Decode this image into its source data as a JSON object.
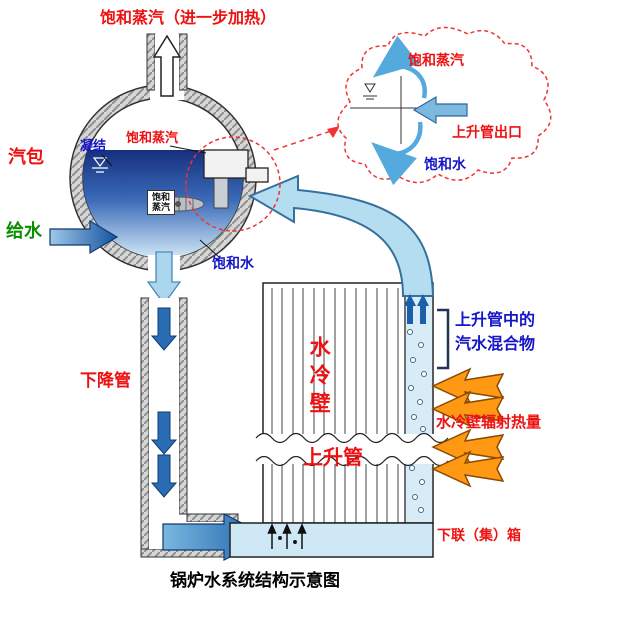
{
  "title": "锅炉水系统结构示意图",
  "labels": {
    "top_steam": "饱和蒸汽（进一步加热）",
    "drum": "汽包",
    "condensation": "凝结",
    "saturated_steam": "饱和蒸汽",
    "feedwater": "给水",
    "saturated_water": "饱和水",
    "drum_inner_box": "饱和蒸汽",
    "downcomer": "下降管",
    "water_wall": "水冷壁",
    "riser": "上升管",
    "mixture_line1": "上升管中的",
    "mixture_line2": "汽水混合物",
    "radiant_heat": "水冷壁辐射热量",
    "lower_header": "下联（集）箱"
  },
  "cloud": {
    "saturated_steam": "饱和蒸汽",
    "riser_outlet": "上升管出口",
    "saturated_water": "饱和水"
  },
  "colors": {
    "label_red": "#ee1111",
    "label_blue": "#1515c8",
    "label_green": "#089000",
    "flow_blue": "#2a6db5",
    "light_blue_arrow": "#b5ddf0",
    "water_dark": "#16307e",
    "header_fill": "#cfe8f6",
    "radiant_orange": "#ff9913",
    "cloud_outline_red": "#ee3333"
  }
}
